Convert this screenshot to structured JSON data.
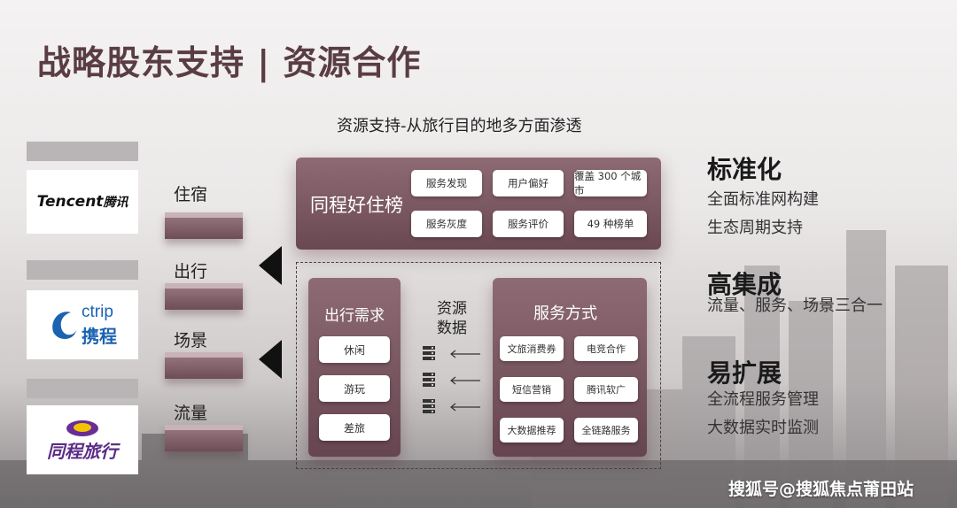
{
  "title": "战略股东支持 | 资源合作",
  "subtitle": "资源支持-从旅行目的地多方面渗透",
  "partners": {
    "tencent": {
      "en": "Tencent",
      "cn": "腾讯"
    },
    "ctrip": {
      "en": "ctrip",
      "cn": "携程"
    },
    "tongcheng": {
      "cn": "同程旅行"
    }
  },
  "categories": [
    "住宿",
    "出行",
    "场景",
    "流量"
  ],
  "top_panel": {
    "title": "同程好住榜",
    "tags": [
      "服务发现",
      "用户偏好",
      "覆盖 300 个城市",
      "服务灰度",
      "服务评价",
      "49 种榜单"
    ]
  },
  "demand_panel": {
    "title": "出行需求",
    "items": [
      "休闲",
      "游玩",
      "差旅"
    ]
  },
  "resource_data": {
    "line1": "资源",
    "line2": "数据"
  },
  "service_panel": {
    "title": "服务方式",
    "items": [
      "文旅消费券",
      "电竞合作",
      "短信营销",
      "腾讯软广",
      "大数据推荐",
      "全链路服务"
    ]
  },
  "features": [
    {
      "heading": "标准化",
      "lines": [
        "全面标准网构建",
        "生态周期支持"
      ]
    },
    {
      "heading": "高集成",
      "lines": [
        "流量、服务、场景三合一"
      ]
    },
    {
      "heading": "易扩展",
      "lines": [
        "全流程服务管理",
        "大数据实时监测"
      ]
    }
  ],
  "watermark": "搜狐号@搜狐焦点莆田站",
  "colors": {
    "accent": "#6e4d56",
    "title": "#5a3d44"
  },
  "icons": [
    "server-icon",
    "arrow-left-icon",
    "triangle-pointer-icon"
  ]
}
